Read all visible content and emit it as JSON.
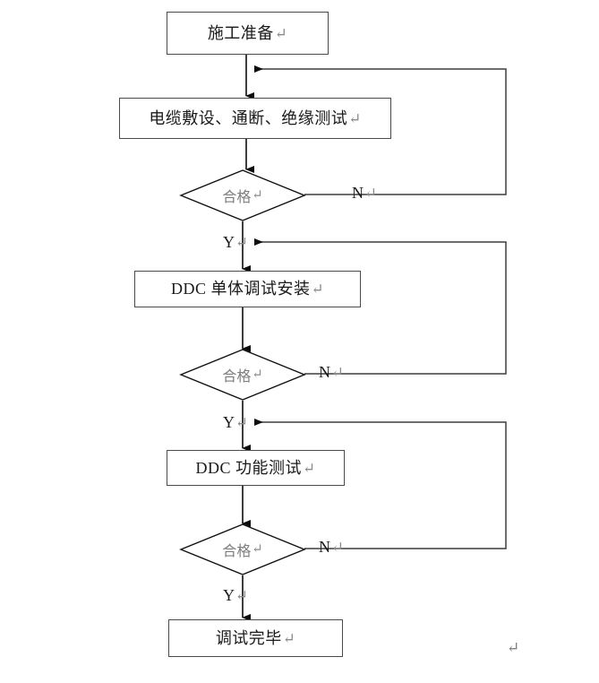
{
  "diagram": {
    "type": "flowchart",
    "title_present": false,
    "colors": {
      "box_border": "#4a4a4a",
      "diamond_border": "#1a1a1a",
      "connector": "#1a1a1a",
      "text": "#1a1a1a",
      "muted_text": "#7d7d7d",
      "background": "#ffffff"
    },
    "nodes": [
      {
        "id": "n1",
        "shape": "process",
        "text": "施工准备",
        "return_mark": "↵"
      },
      {
        "id": "n2",
        "shape": "process",
        "text": "电缆敷设、通断、绝缘测试",
        "return_mark": "↵"
      },
      {
        "id": "d1",
        "shape": "decision",
        "text": "合格",
        "return_mark": "↵"
      },
      {
        "id": "n3",
        "shape": "process",
        "text": "DDC 单体调试安装",
        "return_mark": "↵"
      },
      {
        "id": "d2",
        "shape": "decision",
        "text": "合格",
        "return_mark": "↵"
      },
      {
        "id": "n4",
        "shape": "process",
        "text": "DDC 功能测试",
        "return_mark": "↵"
      },
      {
        "id": "d3",
        "shape": "decision",
        "text": "合格",
        "return_mark": "↵"
      },
      {
        "id": "n5",
        "shape": "process",
        "text": "调试完毕",
        "return_mark": "↵"
      }
    ],
    "edge_labels": {
      "no_1": "N",
      "no_1_mark": "↵",
      "yes_1": "Y",
      "yes_1_mark": "↵",
      "no_2": "N",
      "no_2_mark": "↵",
      "yes_2": "Y",
      "yes_2_mark": "↵",
      "no_3": "N",
      "no_3_mark": "↵",
      "yes_3": "Y",
      "yes_3_mark": "↵"
    },
    "stray_mark": "↵"
  }
}
